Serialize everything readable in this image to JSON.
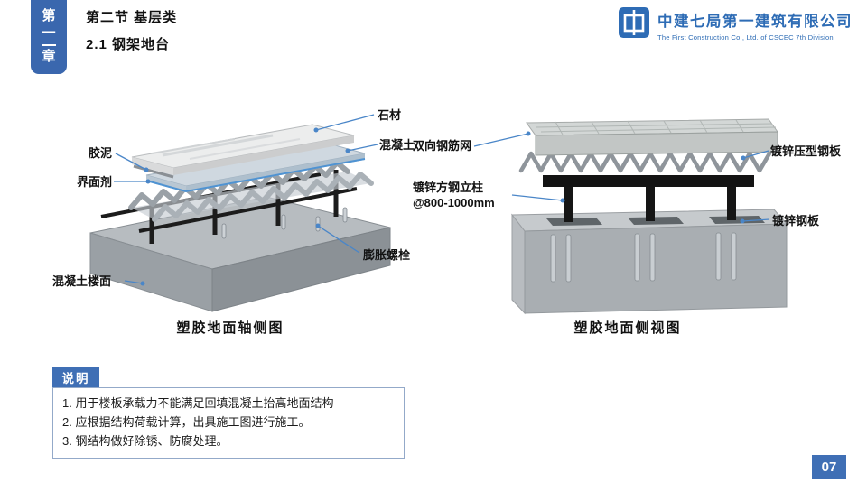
{
  "header": {
    "chapter_tab": [
      "第",
      "一",
      "章"
    ],
    "section_title": "第二节 基层类",
    "subsection_title": "2.1 钢架地台"
  },
  "logo": {
    "icon": "cscec-logo",
    "company_cn": "中建七局第一建筑有限公司",
    "company_en": "The First Construction Co., Ltd. of CSCEC 7th Division"
  },
  "left_diagram": {
    "caption": "塑胶地面轴侧图",
    "labels": {
      "stone": "石材",
      "concrete": "混凝土",
      "mortar": "胶泥",
      "interface_agent": "界面剂",
      "expansion_bolt": "膨胀螺栓",
      "concrete_floor": "混凝土楼面"
    }
  },
  "right_diagram": {
    "caption": "塑胶地面侧视图",
    "labels": {
      "steel_mesh": "双向钢筋网",
      "profiled_steel_plate": "镀锌压型钢板",
      "steel_column_line1": "镀锌方钢立柱",
      "steel_column_line2": "@800-1000mm",
      "galvanized_plate": "镀锌钢板"
    }
  },
  "notes": {
    "title": "说明",
    "items": [
      "1. 用于楼板承载力不能满足回填混凝土抬高地面结构",
      "2. 应根据结构荷载计算，出具施工图进行施工。",
      "3. 钢结构做好除锈、防腐处理。"
    ]
  },
  "page": {
    "number": "07"
  },
  "colors": {
    "accent_blue": "#3f6fb5",
    "leader_line": "#4a86c8"
  }
}
